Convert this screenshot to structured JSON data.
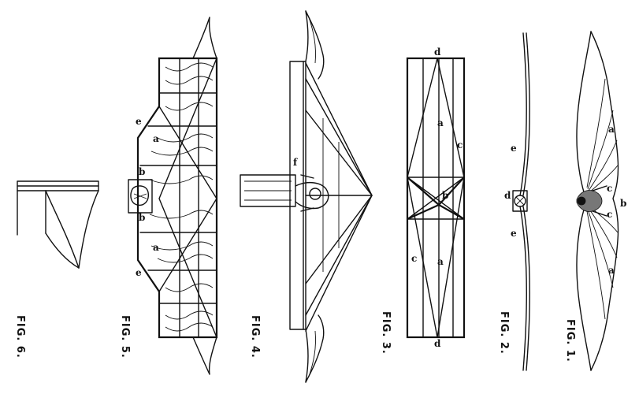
{
  "figures": {
    "fig1": {
      "caption": "FIG. 1.",
      "labels": {
        "a_top": "a",
        "a_bottom": "a",
        "b": "b",
        "c_top": "c",
        "c_bottom": "c"
      }
    },
    "fig2": {
      "caption": "FIG. 2.",
      "labels": {
        "e_top": "e",
        "e_bottom": "e",
        "d": "d"
      }
    },
    "fig3": {
      "caption": "FIG. 3.",
      "labels": {
        "d_top": "d",
        "d_bottom": "d",
        "a_top": "a",
        "a_bottom": "a",
        "b": "b",
        "c_top": "c",
        "c_bottom": "c"
      }
    },
    "fig4": {
      "caption": "FIG. 4.",
      "labels": {
        "f": "f"
      }
    },
    "fig5": {
      "caption": "FIG. 5.",
      "labels": {
        "e_top": "e",
        "e_bottom": "e",
        "a_top": "a",
        "a_bottom": "a",
        "b_top": "b",
        "b_bottom": "b"
      }
    },
    "fig6": {
      "caption": "FIG. 6."
    }
  }
}
